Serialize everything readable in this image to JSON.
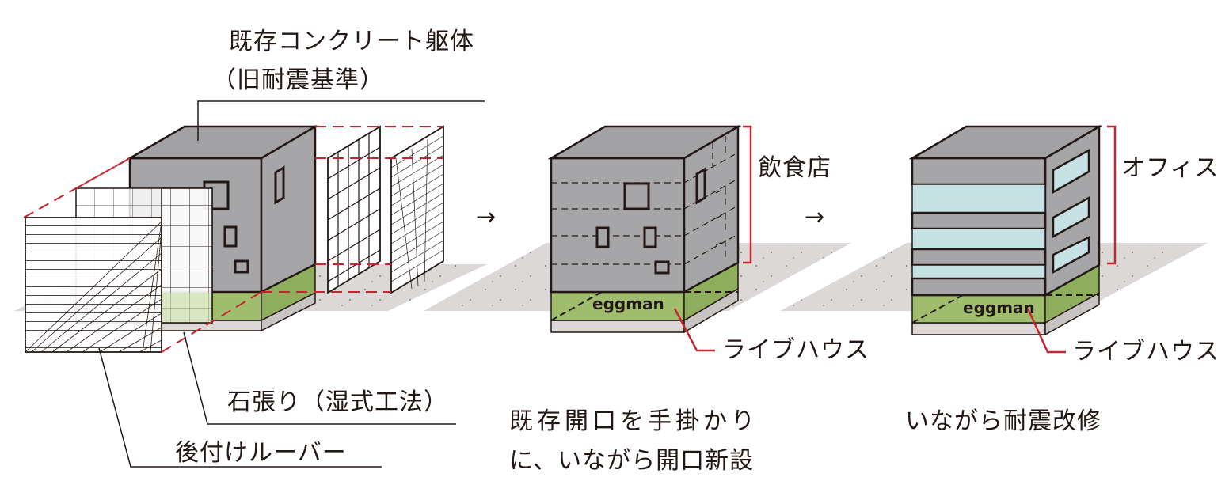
{
  "labels": {
    "existing_structure_line1": "既存コンクリート躯体",
    "existing_structure_line2": "（旧耐震基準）",
    "stone_cladding": "石張り（湿式工法）",
    "added_louver": "後付けルーバー",
    "arrow": "→",
    "restaurant": "飲食店",
    "office": "オフィス",
    "live_house_1": "ライブハウス",
    "live_house_2": "ライブハウス",
    "sign_1": "eggman",
    "sign_2": "eggman",
    "caption_stage2_line1": "既存開口を手掛かり",
    "caption_stage2_line2": "に、いながら開口新設",
    "caption_stage3": "いながら耐震改修"
  },
  "colors": {
    "concrete": "#a6a6a8",
    "concrete_top": "#a2a2a4",
    "concrete_dark": "#7c7c7e",
    "base_green": "#9fbd6d",
    "base_green_dark": "#7e9d4d",
    "glass": "#c6e2e5",
    "ground": "#dcd8d8",
    "outline": "#231815",
    "red_accent": "#c3262c",
    "annotation_line": "#231815"
  }
}
